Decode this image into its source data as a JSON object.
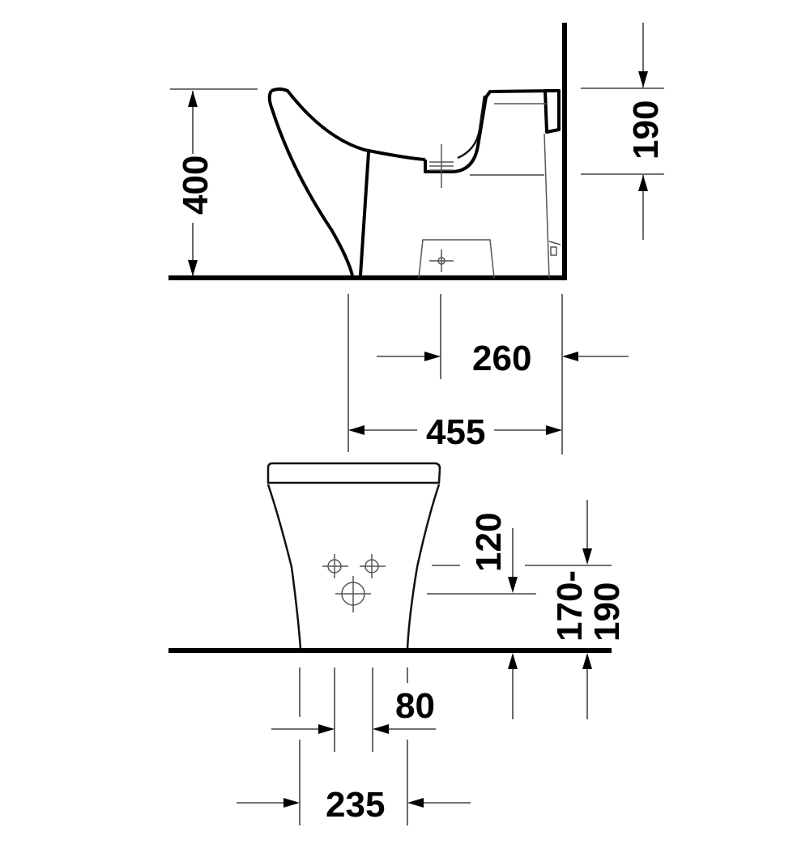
{
  "drawing": {
    "title": "Floor-standing bidet dimension drawing",
    "side_view": {
      "height_label": "400",
      "outlet_height_label": "190",
      "outlet_to_wall_label": "260",
      "depth_label": "455"
    },
    "front_view": {
      "tap_hole_offset_label": "120",
      "outlet_height_label_line1": "170-",
      "outlet_height_label_line2": "190",
      "inner_width_label": "80",
      "base_width_label": "235"
    },
    "colors": {
      "line": "#000000",
      "dimension_line": "#444444",
      "background": "#ffffff"
    }
  }
}
